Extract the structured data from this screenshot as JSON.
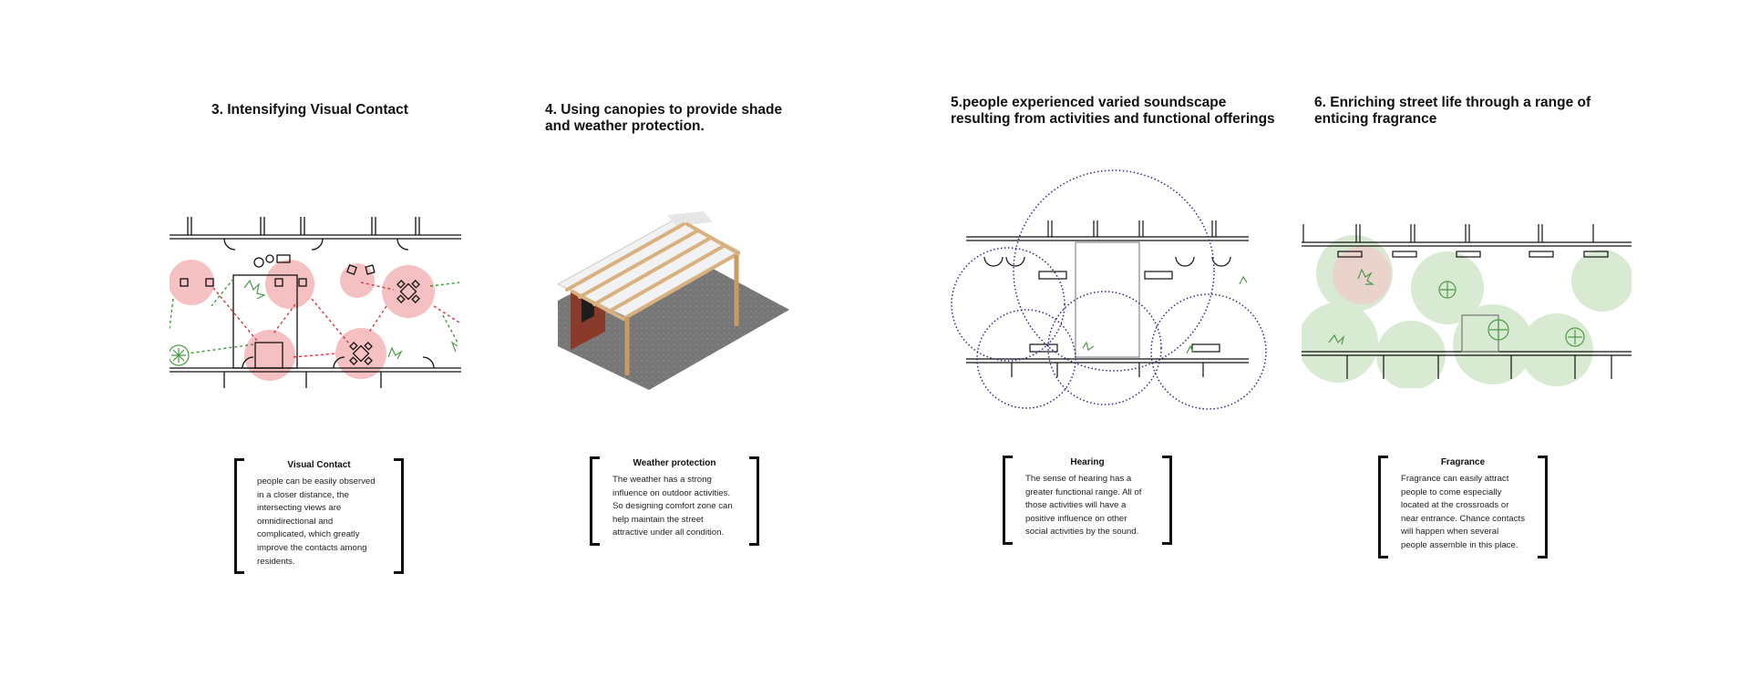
{
  "panels": [
    {
      "heading": "3. Intensifying Visual Contact",
      "card_title": "Visual Contact",
      "card_body": "people can be easily observed in a closer distance, the intersecting views are omnidirectional and complicated, which greatly improve the contacts among residents."
    },
    {
      "heading": "4. Using canopies to provide shade\nand weather protection.",
      "card_title": "Weather protection",
      "card_body": "The weather has a strong influence on outdoor activities. So designing comfort zone can help maintain the street attractive under all condition."
    },
    {
      "heading": "5.people experienced varied soundscape\nresulting from activities and functional offerings",
      "card_title": "Hearing",
      "card_body": "The sense of hearing has a greater functional range. All of those activities will have a positive influence on other social activities by the sound."
    },
    {
      "heading": "6. Enriching street life through a range of\nenticing fragrance",
      "card_title": "Fragrance",
      "card_body": "Fragrance can easily attract people to come especially located at the crossroads or near entrance. Chance contacts will happen when several people assemble in this place."
    }
  ],
  "colors": {
    "visual_circle": "#f4b6b8",
    "red_arrow": "#d9333c",
    "green_arrow": "#3d9a3a",
    "plant": "#4c9b45",
    "sound_circle": "#2c2c86",
    "fragrance_cloud": "#d5e8cf",
    "fragrance_pink": "#f1c9c9",
    "canopy_wood": "#d8b17f",
    "canopy_fabric": "#f2f2f2",
    "ground": "#7d7d7d",
    "brick": "#8a3a2a",
    "ink": "#111111"
  }
}
